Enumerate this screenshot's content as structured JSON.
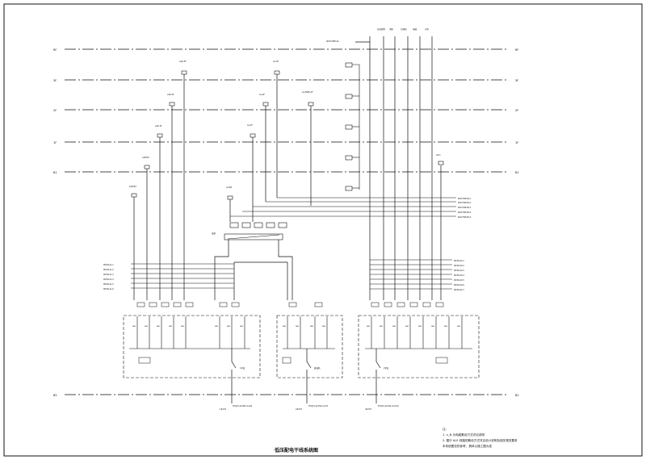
{
  "drawing": {
    "title": "低压配电干线系统图",
    "notes_header": "注：",
    "notes": [
      "1. n_N 为电缆敷设方式详见说明",
      "2. 图中 ALE 线路的敷设方式详见设计说明及相关规范要求",
      "   本系统图仅供参考，具体以施工图为准"
    ]
  },
  "floors": {
    "left_labels": [
      "RF",
      "3F",
      "2F",
      "1F",
      "B1",
      "B2"
    ],
    "right_labels": [
      "RF",
      "3F",
      "2F",
      "1F",
      "B1",
      "B2"
    ]
  },
  "top_boxes": [
    "应急照明",
    "消防",
    "空调机",
    "电梯",
    "水泵"
  ],
  "transformers": {
    "left_label": "1#变",
    "mid_label": "柴油机",
    "right_label": "2#变"
  },
  "cable_labels": [
    "TM-YJV-4x185+1x95",
    "TM-YJV-4x150+1x70",
    "TM-YJV-4x240+1x120"
  ],
  "bus_label": "母联",
  "colors": {
    "line": "#111111",
    "background": "#ffffff"
  }
}
